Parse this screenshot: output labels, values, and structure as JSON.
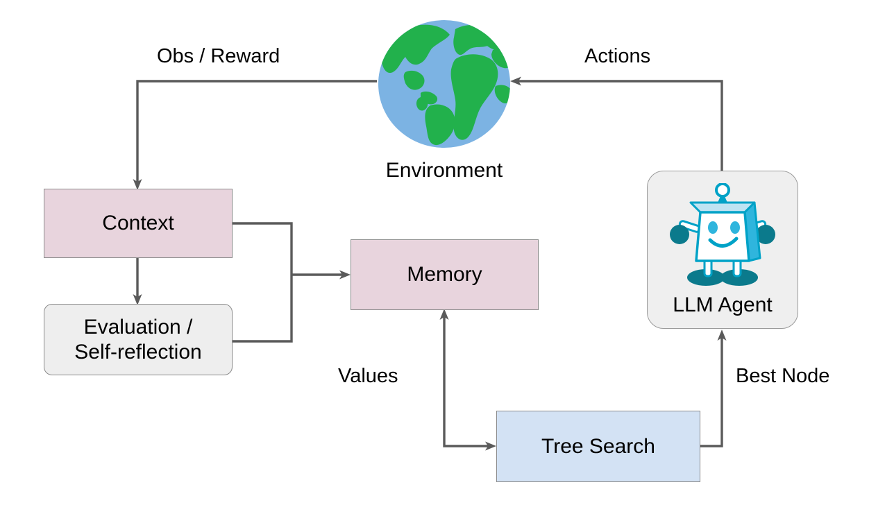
{
  "diagram": {
    "title": "LLM Agent tree-search loop with environment, context, memory and evaluation",
    "palette": {
      "pink_fill": "#e8d4dd",
      "blue_fill": "#d3e2f4",
      "gray_fill": "#eeeeee",
      "box_border": "#8a8a8a",
      "edge_stroke": "#5a5a5a",
      "text": "#000000",
      "globe_ocean": "#7cb3e3",
      "globe_land": "#22b14c",
      "robot_cyan": "#00a2c7",
      "robot_teal": "#0b7a8c",
      "robot_face": "#ffffff"
    },
    "nodes": [
      {
        "id": "environment",
        "label": "Environment",
        "icon": "globe-icon",
        "shape": "icon"
      },
      {
        "id": "context",
        "label": "Context",
        "shape": "rect",
        "fill": "#e8d4dd"
      },
      {
        "id": "evaluation",
        "label": "Evaluation /\nSelf-reflection",
        "shape": "rounded-rect",
        "fill": "#eeeeee"
      },
      {
        "id": "memory",
        "label": "Memory",
        "shape": "rect",
        "fill": "#e8d4dd"
      },
      {
        "id": "tree_search",
        "label": "Tree Search",
        "shape": "rect",
        "fill": "#d3e2f4"
      },
      {
        "id": "llm_agent",
        "label": "LLM Agent",
        "icon": "robot-icon",
        "shape": "rounded-rect",
        "fill": "#efefef"
      }
    ],
    "edges": [
      {
        "id": "env-to-context",
        "from": "environment",
        "to": "context",
        "label": "Obs / Reward"
      },
      {
        "id": "agent-to-env",
        "from": "llm_agent",
        "to": "environment",
        "label": "Actions"
      },
      {
        "id": "context-to-eval",
        "from": "context",
        "to": "evaluation",
        "label": ""
      },
      {
        "id": "context-eval-to-mem",
        "from": "context",
        "to": "memory",
        "label": ""
      },
      {
        "id": "mem-to-tree",
        "from": "memory",
        "to": "tree_search",
        "label": "Values"
      },
      {
        "id": "tree-to-mem",
        "from": "tree_search",
        "to": "memory",
        "label": "Values"
      },
      {
        "id": "tree-to-agent",
        "from": "tree_search",
        "to": "llm_agent",
        "label": "Best Node"
      }
    ],
    "labels": {
      "obs_reward": "Obs / Reward",
      "actions": "Actions",
      "values": "Values",
      "best_node": "Best Node",
      "environment": "Environment",
      "context": "Context",
      "evaluation": "Evaluation /\nSelf-reflection",
      "memory": "Memory",
      "tree_search": "Tree Search",
      "llm_agent": "LLM Agent"
    }
  }
}
